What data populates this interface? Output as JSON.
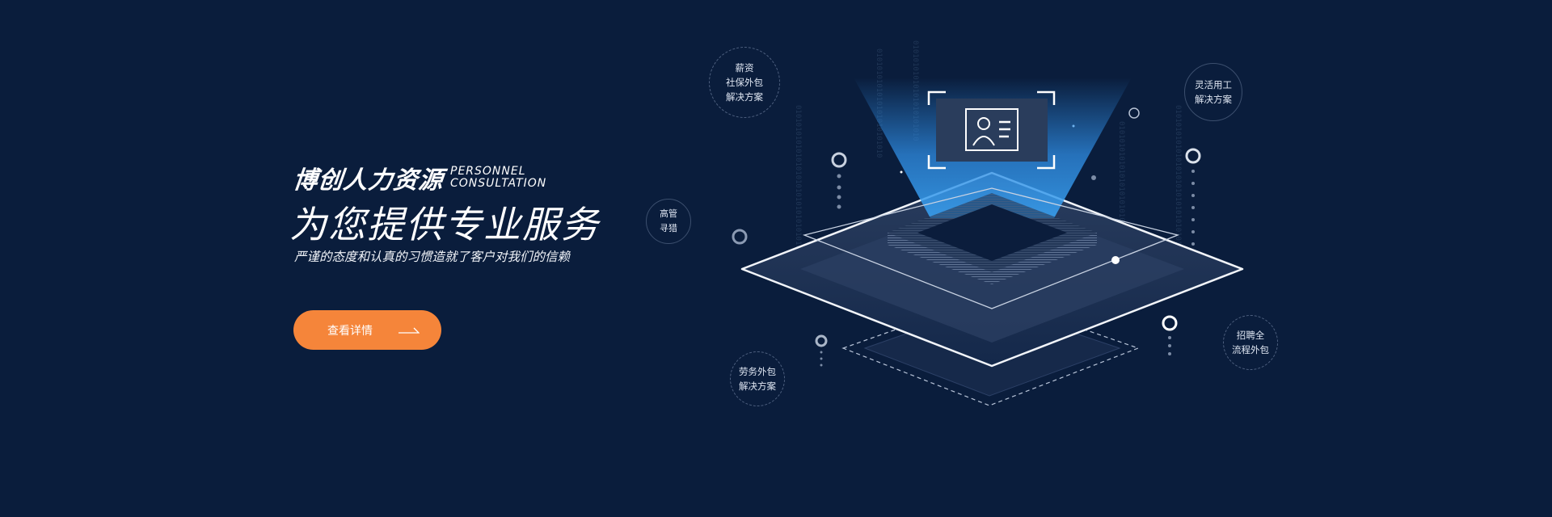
{
  "hero": {
    "brand_cn": "博创人力资源",
    "brand_en_line1": "PERSONNEL",
    "brand_en_line2": "CONSULTATION",
    "headline": "为您提供专业服务",
    "subtitle": "严谨的态度和认真的习惯造就了客户对我们的信赖",
    "cta_label": "查看详情"
  },
  "services": [
    {
      "lines": [
        "薪资",
        "社保外包",
        "解决方案"
      ]
    },
    {
      "lines": [
        "灵活用工",
        "解决方案"
      ]
    },
    {
      "lines": [
        "高管",
        "寻猎"
      ]
    },
    {
      "lines": [
        "劳务外包",
        "解决方案"
      ]
    },
    {
      "lines": [
        "招聘全",
        "流程外包"
      ]
    }
  ],
  "colors": {
    "background": "#0a1d3c",
    "accent": "#f5853a",
    "beam": "#2f8de4"
  }
}
